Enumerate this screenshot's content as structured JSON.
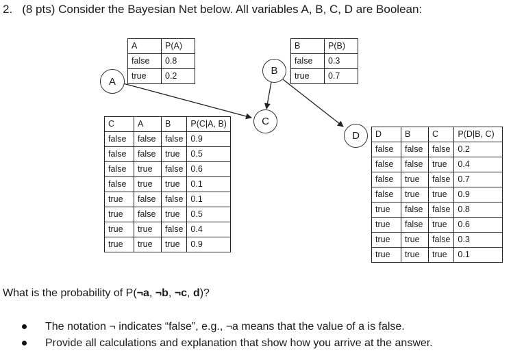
{
  "question_number": "2.",
  "heading": "(8 pts) Consider the Bayesian Net below. All variables A, B, C, D are Boolean:",
  "nodes": {
    "A": "A",
    "B": "B",
    "C": "C",
    "D": "D"
  },
  "tables": {
    "pA": {
      "headers": [
        "A",
        "P(A)"
      ],
      "rows": [
        [
          "false",
          "0.8"
        ],
        [
          "true",
          "0.2"
        ]
      ]
    },
    "pB": {
      "headers": [
        "B",
        "P(B)"
      ],
      "rows": [
        [
          "false",
          "0.3"
        ],
        [
          "true",
          "0.7"
        ]
      ]
    },
    "pC": {
      "headers": [
        "C",
        "A",
        "B",
        "P(C|A, B)"
      ],
      "rows": [
        [
          "false",
          "false",
          "false",
          "0.9"
        ],
        [
          "false",
          "false",
          "true",
          "0.5"
        ],
        [
          "false",
          "true",
          "false",
          "0.6"
        ],
        [
          "false",
          "true",
          "true",
          "0.1"
        ],
        [
          "true",
          "false",
          "false",
          "0.1"
        ],
        [
          "true",
          "false",
          "true",
          "0.5"
        ],
        [
          "true",
          "true",
          "false",
          "0.4"
        ],
        [
          "true",
          "true",
          "true",
          "0.9"
        ]
      ]
    },
    "pD": {
      "headers": [
        "D",
        "B",
        "C",
        "P(D|B, C)"
      ],
      "rows": [
        [
          "false",
          "false",
          "false",
          "0.2"
        ],
        [
          "false",
          "false",
          "true",
          "0.4"
        ],
        [
          "false",
          "true",
          "false",
          "0.7"
        ],
        [
          "false",
          "true",
          "true",
          "0.9"
        ],
        [
          "true",
          "false",
          "false",
          "0.8"
        ],
        [
          "true",
          "false",
          "true",
          "0.6"
        ],
        [
          "true",
          "true",
          "false",
          "0.3"
        ],
        [
          "true",
          "true",
          "true",
          "0.1"
        ]
      ]
    }
  },
  "question": {
    "prefix": "What is the probability of P(",
    "bold1": "¬a",
    "sep1": ", ",
    "bold2": "¬b",
    "sep2": ", ",
    "bold3": "¬c",
    "sep3": ", ",
    "bold4": "d",
    "suffix": ")?"
  },
  "bullets": [
    "The notation ¬ indicates “false”, e.g., ¬a means that the value of a is false.",
    "Provide all calculations and explanation that show how you arrive at the answer."
  ]
}
